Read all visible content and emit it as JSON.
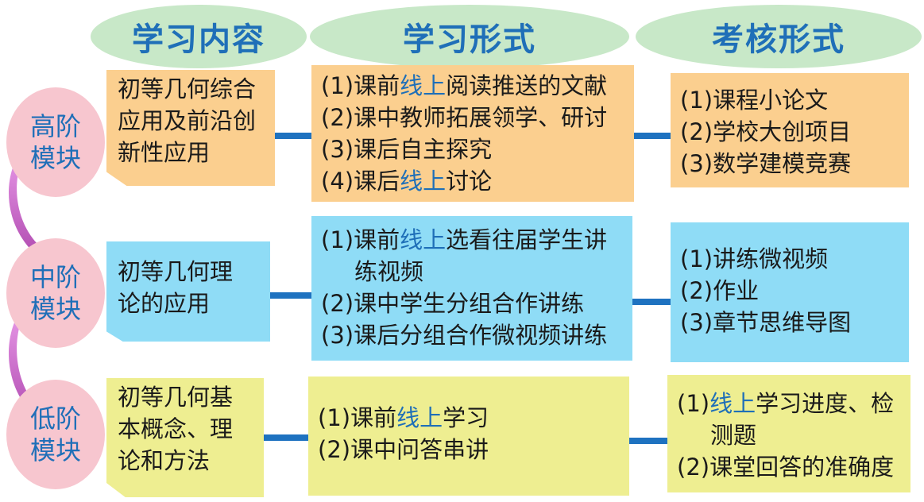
{
  "headers": {
    "content": "学习内容",
    "form": "学习形式",
    "assessment": "考核形式"
  },
  "modules": [
    {
      "name_line1": "高阶",
      "name_line2": "模块",
      "content_lines": [
        "初等几何综合",
        "应用及前沿创",
        "新性应用"
      ],
      "form_items": [
        {
          "num": "(1)",
          "pre": "课前",
          "hl": "线上",
          "post": "阅读推送的文献"
        },
        {
          "num": "(2)",
          "pre": "课中教师拓展领学、研讨",
          "hl": "",
          "post": ""
        },
        {
          "num": "(3)",
          "pre": "课后自主探究",
          "hl": "",
          "post": ""
        },
        {
          "num": "(4)",
          "pre": "课后",
          "hl": "线上",
          "post": "讨论"
        }
      ],
      "assessment_items": [
        {
          "num": "(1)",
          "text": "课程小论文"
        },
        {
          "num": "(2)",
          "text": "学校大创项目"
        },
        {
          "num": "(3)",
          "text": "数学建模竞赛"
        }
      ]
    },
    {
      "name_line1": "中阶",
      "name_line2": "模块",
      "content_lines": [
        "初等几何理",
        "论的应用"
      ],
      "form_items": [
        {
          "num": "(1)",
          "pre": "课前",
          "hl": "线上",
          "post": "选看往届学生讲"
        },
        {
          "num": "",
          "pre": "练视频",
          "hl": "",
          "post": ""
        },
        {
          "num": "(2)",
          "pre": "课中学生分组合作讲练",
          "hl": "",
          "post": ""
        },
        {
          "num": "(3)",
          "pre": "课后分组合作微视频讲练",
          "hl": "",
          "post": ""
        }
      ],
      "assessment_items": [
        {
          "num": "(1)",
          "text": "讲练微视频"
        },
        {
          "num": "(2)",
          "text": "作业"
        },
        {
          "num": "(3)",
          "text": "章节思维导图"
        }
      ]
    },
    {
      "name_line1": "低阶",
      "name_line2": "模块",
      "content_lines": [
        "初等几何基",
        "本概念、理",
        "论和方法"
      ],
      "form_items": [
        {
          "num": "(1)",
          "pre": "课前",
          "hl": "线上",
          "post": "学习"
        },
        {
          "num": "(2)",
          "pre": "课中问答串讲",
          "hl": "",
          "post": ""
        }
      ],
      "assessment_items": [
        {
          "num": "(1)",
          "pre": "",
          "hl": "线上",
          "post": "学习进度、检"
        },
        {
          "num": "",
          "pre": "测题",
          "hl": "",
          "post": ""
        },
        {
          "num": "(2)",
          "pre": "课堂回答的准确度",
          "hl": "",
          "post": ""
        }
      ]
    }
  ],
  "colors": {
    "header_fill": "#c8e8c8",
    "module_circle": "#f7c6cf",
    "high_fill": "#fbcf8f",
    "mid_fill": "#8fdcf6",
    "low_fill": "#eeee91",
    "title_text": "#1f6fb8",
    "connector": "#1e72c0",
    "arrow": "#d98ad9"
  }
}
